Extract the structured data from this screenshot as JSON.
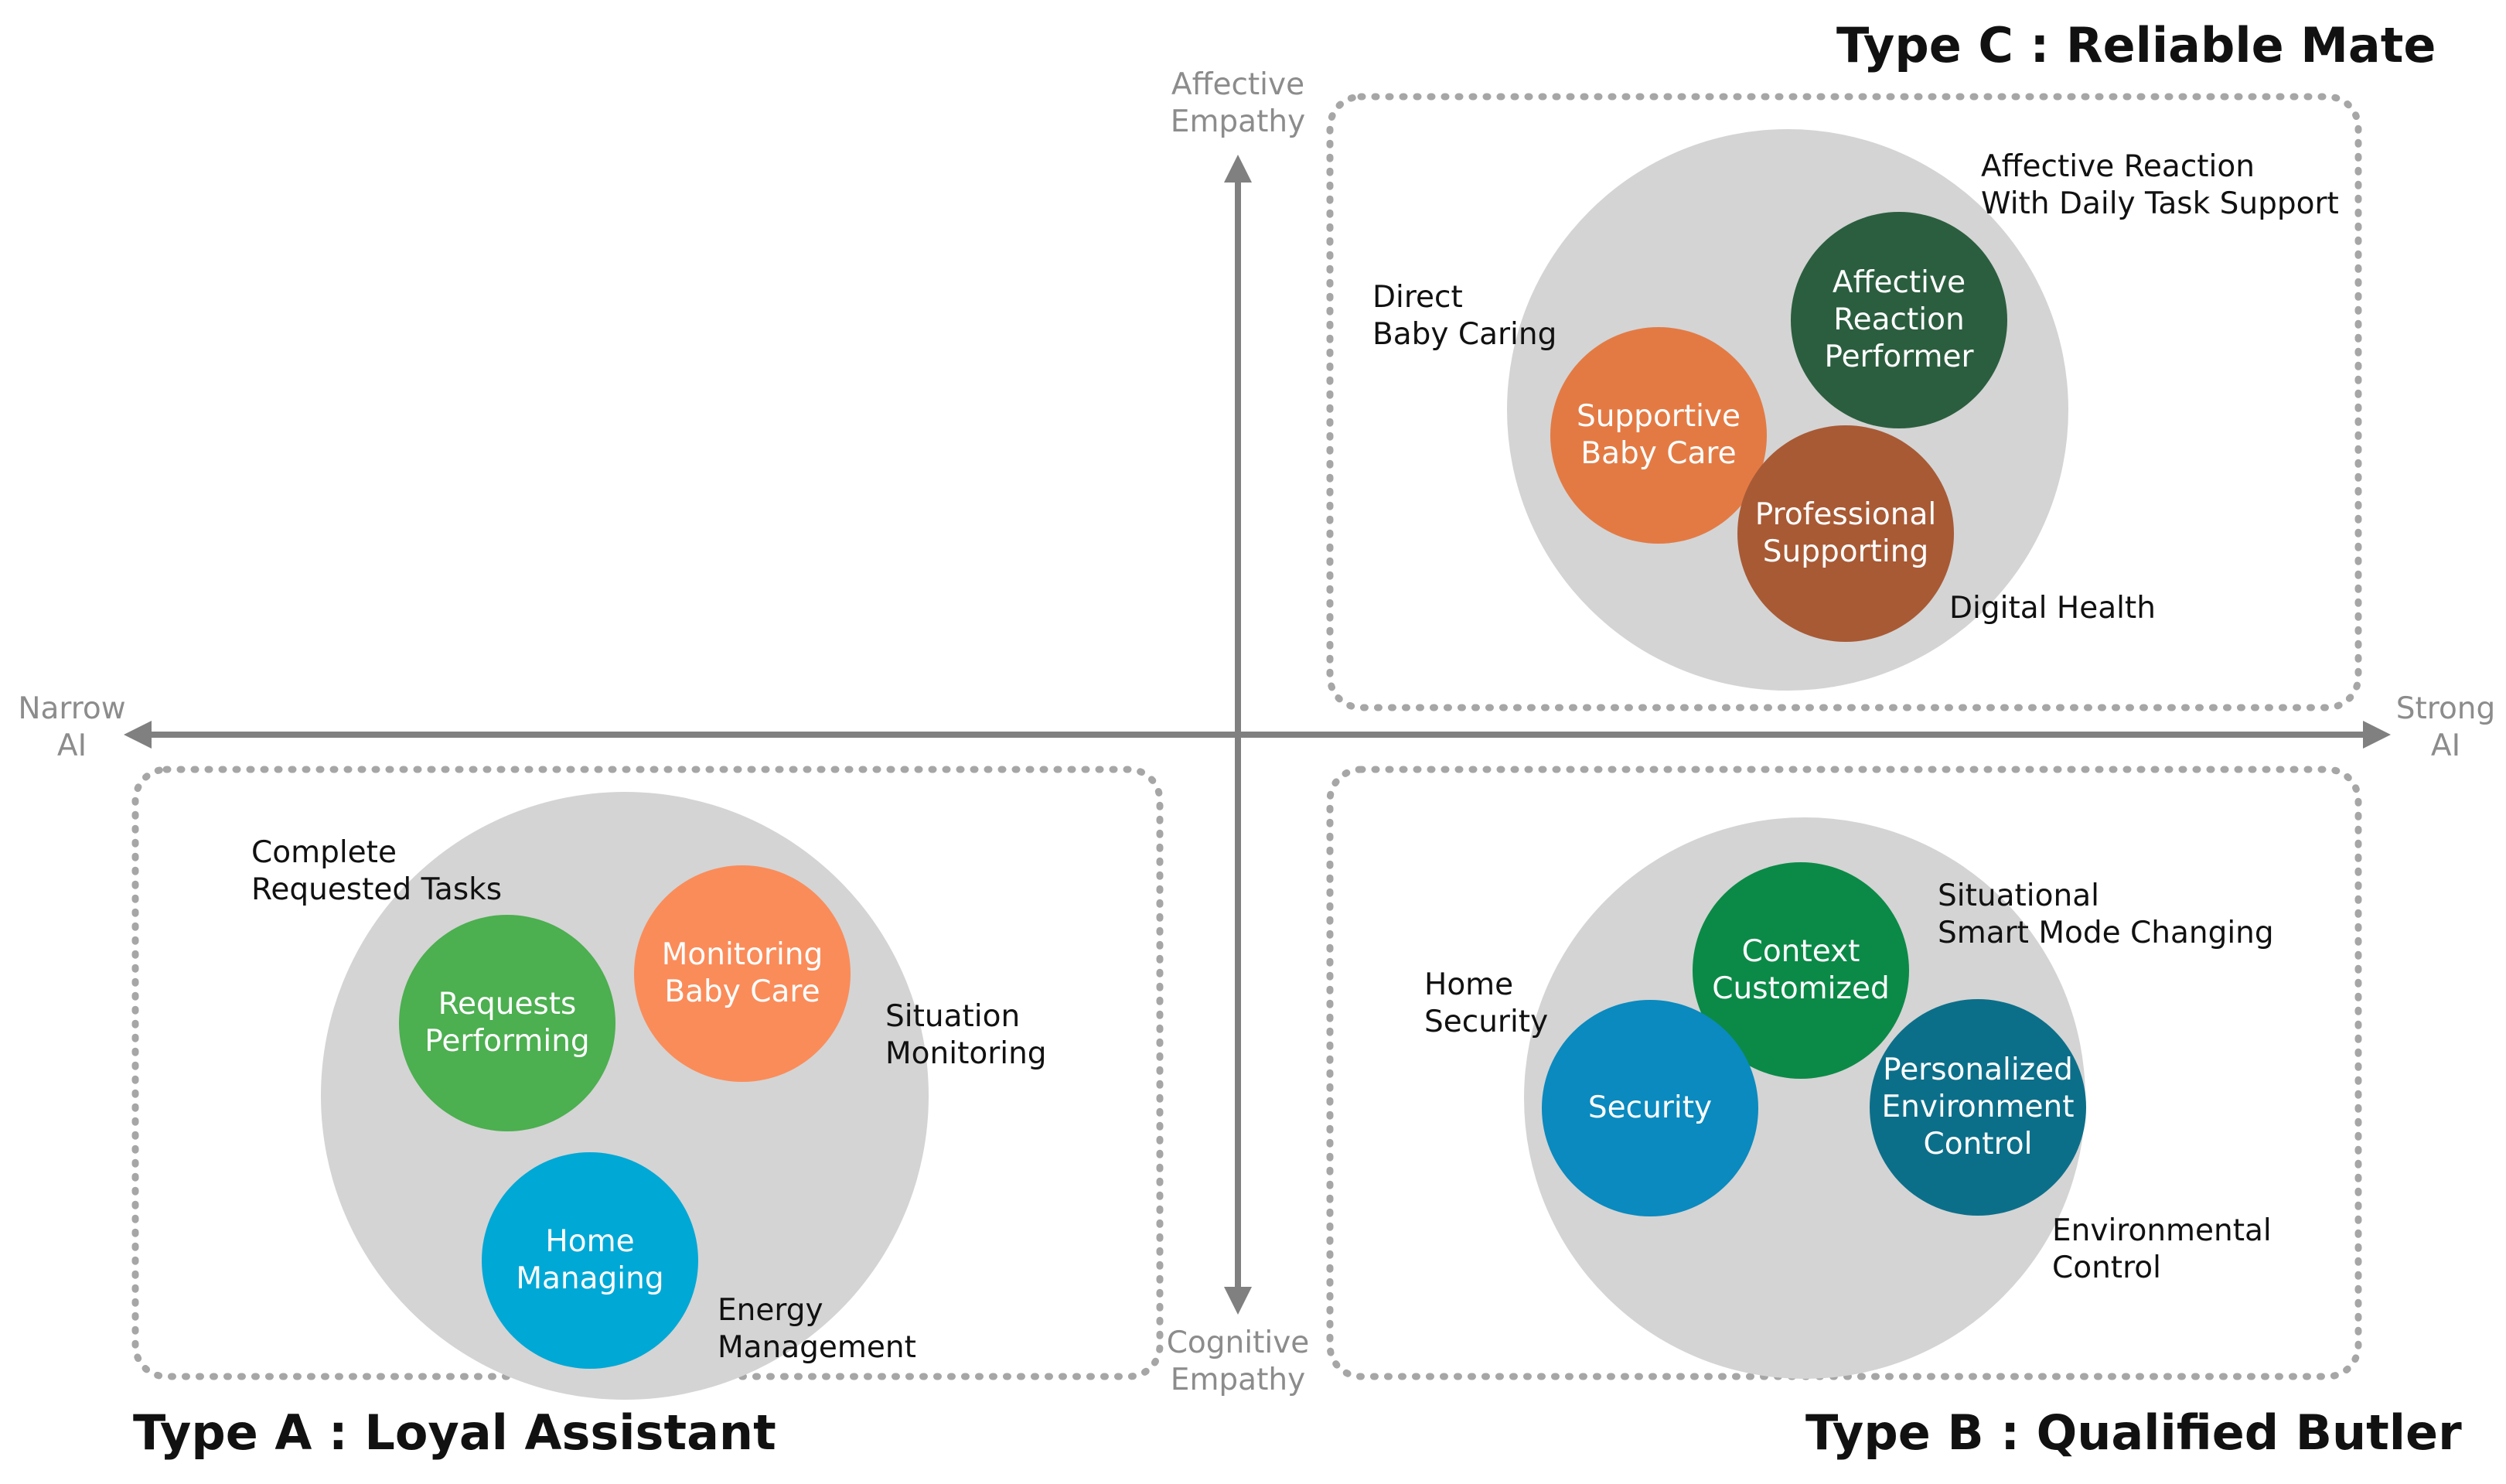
{
  "axes": {
    "left": [
      "Narrow",
      "AI"
    ],
    "right": [
      "Strong",
      "AI"
    ],
    "top": [
      "Affective",
      "Empathy"
    ],
    "bottom": [
      "Cognitive",
      "Empathy"
    ]
  },
  "types": {
    "a": "Type A : Loyal Assistant",
    "b": "Type B : Qualified Butler",
    "c": "Type C : Reliable Mate"
  },
  "quadrant_a": {
    "bubbles": {
      "requests": [
        "Requests",
        "Performing"
      ],
      "monitoring": [
        "Monitoring",
        "Baby Care"
      ],
      "home": [
        "Home",
        "Managing"
      ]
    },
    "labels": {
      "complete": [
        "Complete",
        "Requested Tasks"
      ],
      "situation": [
        "Situation",
        "Monitoring"
      ],
      "energy": [
        "Energy",
        "Management"
      ]
    }
  },
  "quadrant_b": {
    "bubbles": {
      "context": [
        "Context",
        "Customized"
      ],
      "security": [
        "Security"
      ],
      "personalized": [
        "Personalized",
        "Environment",
        "Control"
      ]
    },
    "labels": {
      "home_security": [
        "Home",
        "Security"
      ],
      "situational": [
        "Situational",
        "Smart Mode Changing"
      ],
      "environmental": [
        "Environmental",
        "Control"
      ]
    }
  },
  "quadrant_c": {
    "bubbles": {
      "affective": [
        "Affective",
        "Reaction",
        "Performer"
      ],
      "supportive": [
        "Supportive",
        "Baby Care"
      ],
      "professional": [
        "Professional",
        "Supporting"
      ]
    },
    "labels": {
      "direct": [
        "Direct",
        "Baby Caring"
      ],
      "affective_react": [
        "Affective Reaction",
        "With Daily Task Support"
      ],
      "digital": [
        "Digital Health"
      ]
    }
  },
  "colors": {
    "axis": "#808080",
    "group_circle": "#d4d4d4",
    "dotted_frame": "#a6a6a6",
    "requests": "#4caf50",
    "monitoring": "#fa8c5a",
    "home": "#00a8d6",
    "context": "#0b8a47",
    "security": "#0a8abf",
    "personalized": "#0c6f8a",
    "affective": "#2b5e3f",
    "supportive": "#e37a44",
    "professional": "#a85a35"
  }
}
